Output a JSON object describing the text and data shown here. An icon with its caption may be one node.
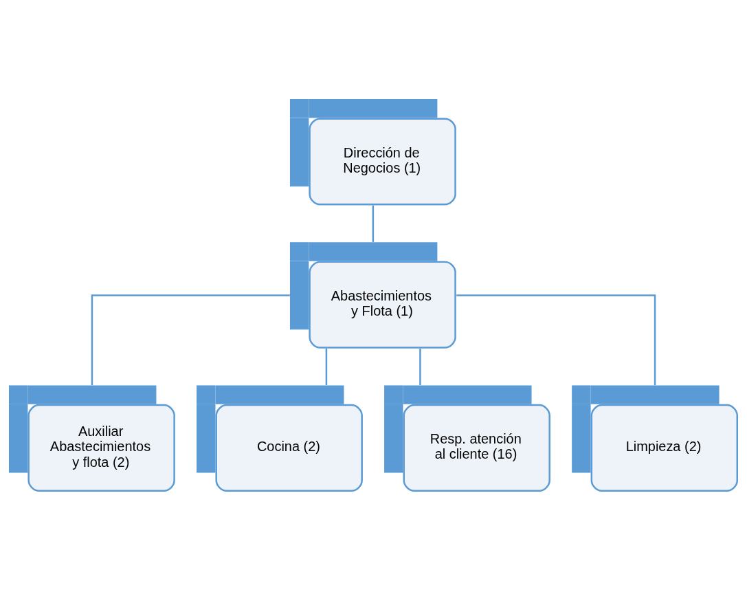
{
  "diagram": {
    "nodes": [
      {
        "text": [
          "Dirección de Negocios (1)"
        ]
      },
      {
        "text": [
          "Abastecimientos y Flota (1)"
        ]
      },
      {
        "text": [
          "Auxiliar Abastecimientos y flota (2)"
        ]
      },
      {
        "text": [
          "Cocina (2)"
        ]
      },
      {
        "text": [
          "Resp. atención al cliente (16)"
        ]
      },
      {
        "text": [
          "Limpieza (2)"
        ]
      }
    ],
    "edges": [
      {
        "from": 0,
        "to": 1,
        "arrow": "none"
      },
      {
        "from": 1,
        "to": 2,
        "arrow": "none"
      },
      {
        "from": 1,
        "to": 3,
        "arrow": "none"
      },
      {
        "from": 1,
        "to": 4,
        "arrow": "none"
      },
      {
        "from": 1,
        "to": 5,
        "arrow": "none"
      }
    ]
  }
}
